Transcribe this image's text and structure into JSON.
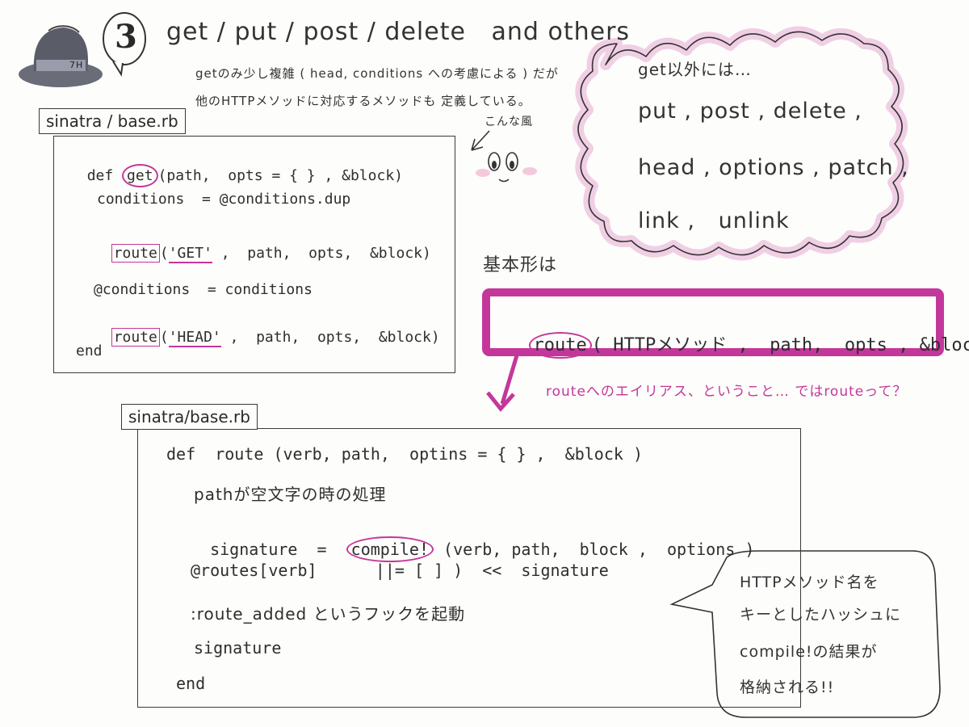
{
  "header": {
    "step_number": "3",
    "title": "get / put / post / delete   and others",
    "hat_band_label": "7H",
    "note_line1": "getのみ少し複雑 ( head, conditions への考慮による ) だが",
    "note_line2": "他のHTTPメソッドに対応するメソッドも 定義している。"
  },
  "face": {
    "caption": "こんな風"
  },
  "cloud": {
    "lead": "get以外には…",
    "line1": "put , post , delete ,",
    "line2": "head , options , patch ,",
    "line3": "link ,   unlink"
  },
  "code1": {
    "file_label": "sinatra / base.rb",
    "lines": {
      "l1_pre": "def ",
      "l1_kw": "get",
      "l1_post": "(path,  opts = { } , &block)",
      "l2": "conditions  = @conditions.dup",
      "l3_kw": "route",
      "l3_str": "'GET'",
      "l3_rest": " ,  path,  opts,  &block)",
      "l4": "@conditions  = conditions",
      "l5_kw": "route",
      "l5_str": "'HEAD'",
      "l5_rest": " ,  path,  opts,  &block)",
      "l6": "end"
    }
  },
  "basic_form": {
    "label": "基本形は",
    "route_kw": "route",
    "signature": "( HTTPメソッド ,  path,  opts , &block )",
    "alias_note": "routeへのエイリアス、ということ…  ではrouteって？"
  },
  "code2": {
    "file_label": "sinatra/base.rb",
    "lines": {
      "l1": "def  route (verb, path,  optins = { } ,  &block )",
      "l2": "pathが空文字の時の処理",
      "l3_pre": "signature  =  ",
      "l3_kw": "compile!",
      "l3_post": " (verb, path,  block ,  options )",
      "l4": "@routes[verb]      ||= [ ] )  <<  signature",
      "l5": ":route_added というフックを起動",
      "l6": "signature",
      "l7": "end"
    }
  },
  "bubble": {
    "line1": "HTTPメソッド名を",
    "line2": "キーとしたハッシュに",
    "line3": "compile!の結果が",
    "line4": "格納される!!"
  },
  "colors": {
    "accent": "#c4379a",
    "accent_light": "#f0cfe4",
    "ink": "#2e2e2e"
  }
}
